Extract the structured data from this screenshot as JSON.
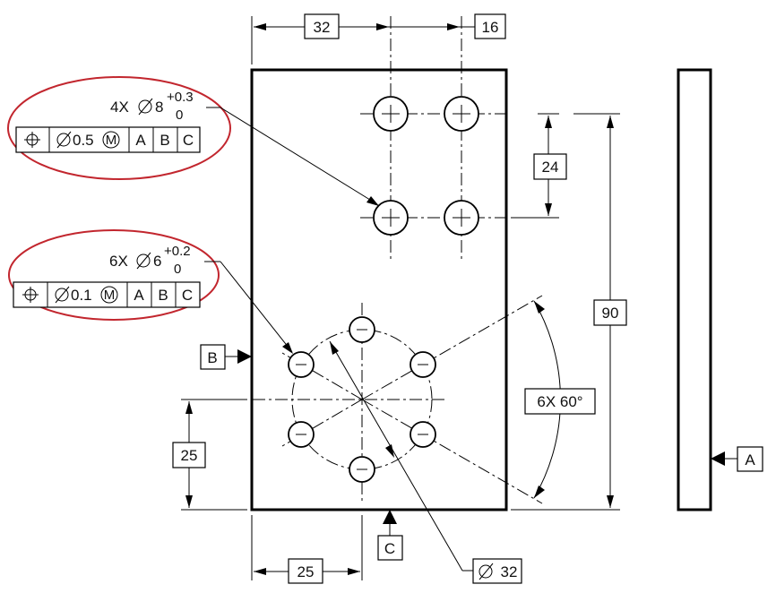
{
  "dimensions": {
    "top_left": "32",
    "top_right": "16",
    "hole_spacing": "24",
    "overall_height": "90",
    "angle": "6X  60°",
    "left_offset": "25",
    "bottom_offset": "25",
    "bolt_circle": "32"
  },
  "callout_large": {
    "prefix": "4X",
    "nominal": "8",
    "tol_upper": "+0.3",
    "tol_lower": "0",
    "tolerance": "0.5",
    "modifier": "M",
    "datums": [
      "A",
      "B",
      "C"
    ]
  },
  "callout_small": {
    "prefix": "6X",
    "nominal": "6",
    "tol_upper": "+0.2",
    "tol_lower": "0",
    "tolerance": "0.1",
    "modifier": "M",
    "datums": [
      "A",
      "B",
      "C"
    ]
  },
  "datum_labels": {
    "a": "A",
    "b": "B",
    "c": "C"
  },
  "colors": {
    "highlight": "#c2262e",
    "line": "#000000"
  },
  "icons": {
    "position": "position-tolerance-icon",
    "diameter": "diameter-symbol-icon"
  }
}
